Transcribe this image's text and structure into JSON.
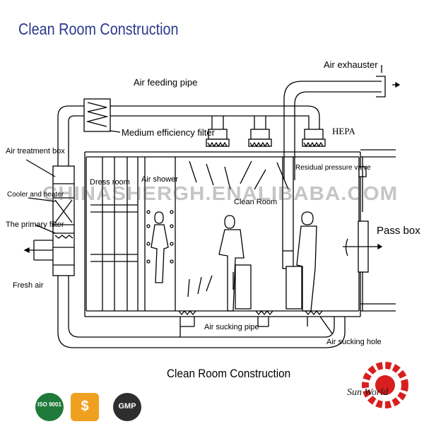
{
  "title": "Clean Room Construction",
  "labels": {
    "air_exhauster": "Air exhauster",
    "air_feeding_pipe": "Air feeding pipe",
    "medium_efficiency_filter": "Medium efficiency filter",
    "hepa": "HEPA",
    "air_treatment_box": "Air treatment box",
    "cooler_and_heater": "Cooler and heater",
    "primary_filter": "The primary filter",
    "fresh_air": "Fresh air",
    "dress_room": "Dress room",
    "air_shower": "Air shower",
    "clean_room": "Clean Room",
    "residual_pressure_valve": "Residual pressure valve",
    "pass_box": "Pass box",
    "air_sucking_pipe": "Air sucking pipe",
    "air_sucking_hole": "Air sucking hole"
  },
  "bottom_caption": "Clean Room Construction",
  "watermark": "CHINASHERGH.ENALIBABA.COM",
  "badges": {
    "iso_text": "ISO 9001",
    "gmp_text": "GMP"
  },
  "brand": "Sun World",
  "colors": {
    "title": "#2b3a8c",
    "line": "#000000",
    "badge_green": "#1f7a3a",
    "badge_orange": "#f0a020",
    "brand_red": "#d81e1e"
  }
}
